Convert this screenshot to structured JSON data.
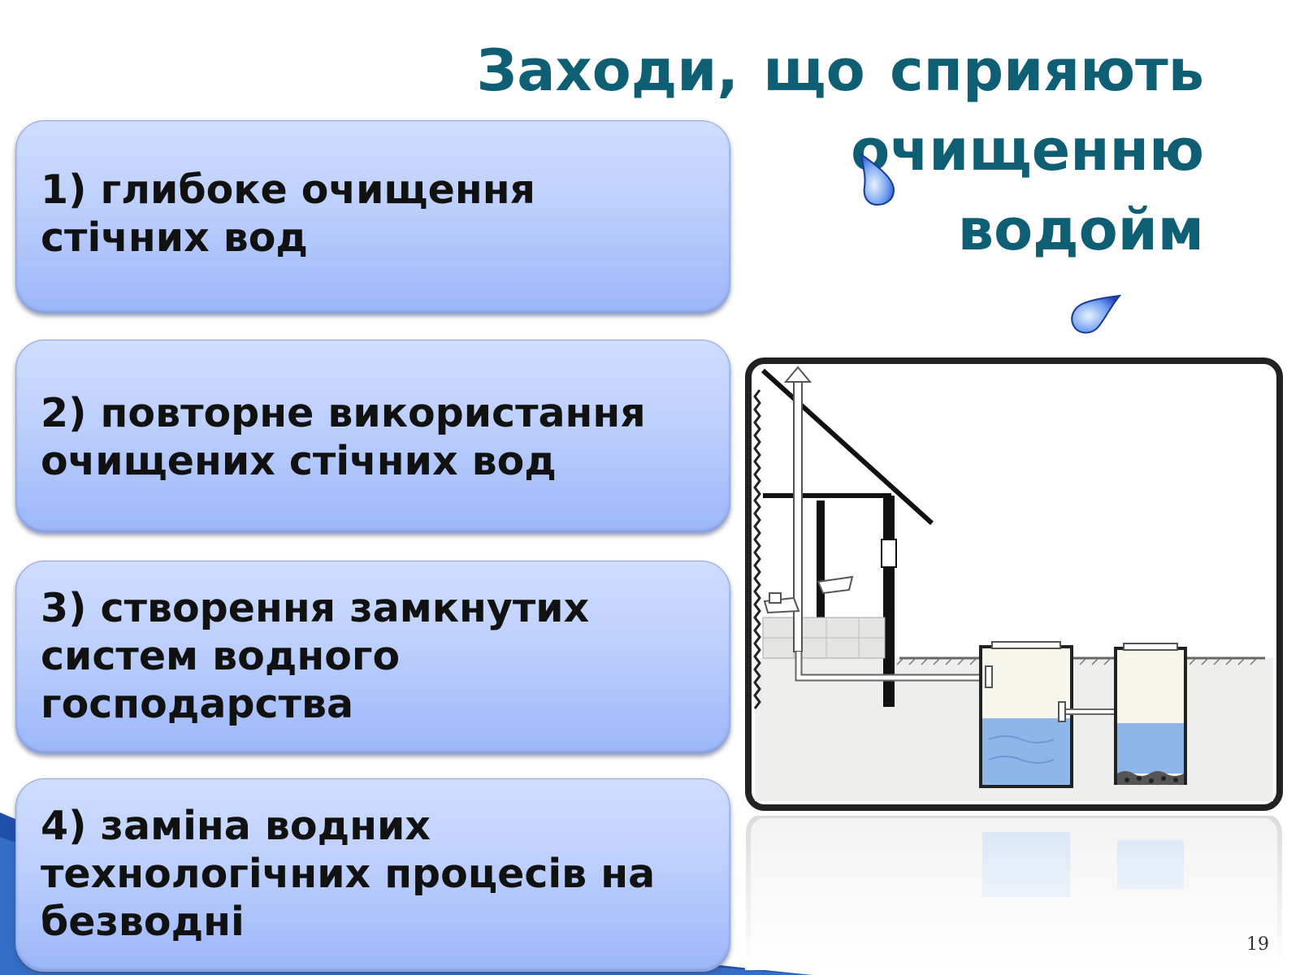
{
  "slide": {
    "title_line1": "Заходи, що сприяють очищенню",
    "title_line2": "водойм",
    "items": [
      "1) глибоке очищення стічних вод",
      "2) повторне використання очищених стічних вод",
      "3) створення  замкнутих систем водного господарства",
      "4) заміна водних технологічних процесів на безводні"
    ],
    "page_number": "19"
  },
  "colors": {
    "title": "#0e5f74",
    "box_top": "#cfdefe",
    "box_bottom": "#9cb6f7",
    "water": "#8fb6e8",
    "drop": "#2f5fd0"
  },
  "icons": [
    "water-drop-icon",
    "water-drop-icon"
  ]
}
